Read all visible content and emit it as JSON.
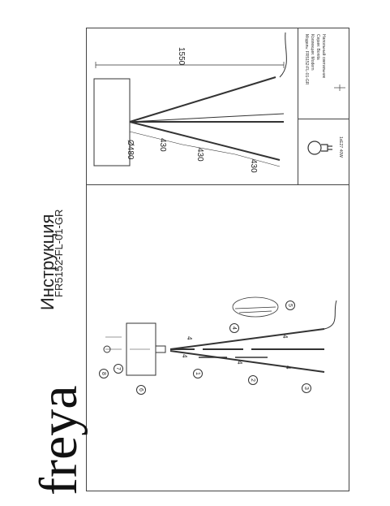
{
  "brand": "freya",
  "title": "Инструкция",
  "model_code": "FR5152-FL-01-GR",
  "dimensions": {
    "height": "1550",
    "diameter": "Ø480",
    "leg_a": "430",
    "leg_b": "430",
    "leg_c": "430"
  },
  "specs": {
    "line1": "Модель:   FR5152-FL-01-GR",
    "line2": "Коллекция: Modern",
    "line3": "Серия:     Bonita",
    "line4": "Напольный светильник"
  },
  "bulb": "1xE27 40W",
  "callouts": [
    "1",
    "2",
    "3",
    "4",
    "5",
    "6",
    "7",
    "8"
  ],
  "part_labels": {
    "p1": "4",
    "p2": "4",
    "p3": "4",
    "p4": "4",
    "p5": "4"
  }
}
